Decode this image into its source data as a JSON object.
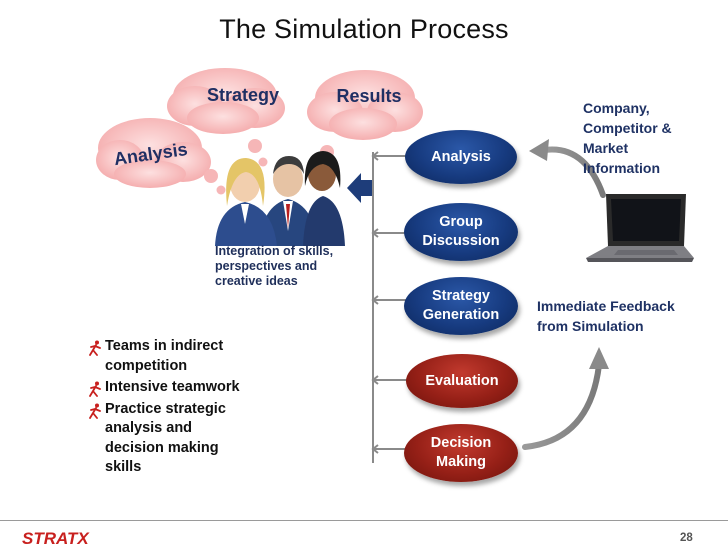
{
  "slide": {
    "title": "The Simulation Process",
    "page_number": "28",
    "logo_text": "STRATX"
  },
  "clouds": {
    "strategy": "Strategy",
    "results": "Results",
    "analysis": "Analysis"
  },
  "people_caption": "Integration of skills,\nperspectives and\ncreative ideas",
  "process_steps": [
    {
      "label": "Analysis",
      "color": "blue"
    },
    {
      "label": "Group\nDiscussion",
      "color": "blue"
    },
    {
      "label": "Strategy\nGeneration",
      "color": "blue"
    },
    {
      "label": "Evaluation",
      "color": "red"
    },
    {
      "label": "Decision\nMaking",
      "color": "red"
    }
  ],
  "right_info": "Company,\nCompetitor &\nMarket\nInformation",
  "feedback": "Immediate Feedback\nfrom Simulation",
  "bullets": [
    "Teams in indirect\ncompetition",
    "Intensive teamwork",
    "Practice strategic\nanalysis and\ndecision making\nskills"
  ],
  "colors": {
    "navy": "#1f3264",
    "oval_blue": "#173b80",
    "oval_red": "#962017",
    "cloud_pink": "#f9c4c4",
    "logo_red": "#c8201e"
  }
}
